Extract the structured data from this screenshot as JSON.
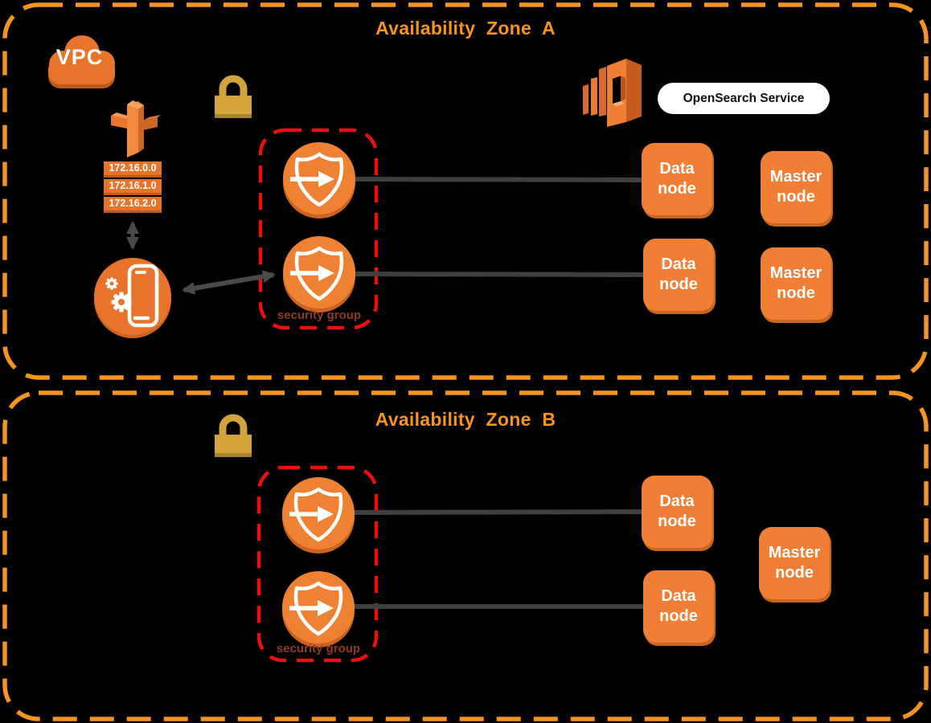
{
  "zone_a": {
    "title": "Availability Zone A",
    "data_nodes": [
      "Data node",
      "Data node"
    ],
    "master_nodes": [
      "Master node",
      "Master node"
    ],
    "security_group": {
      "label": "security group"
    }
  },
  "zone_b": {
    "title": "Availability Zone B",
    "data_nodes": [
      "Data node",
      "Data node"
    ],
    "master_nodes": [
      "Master node"
    ],
    "security_group": {
      "label": "security group"
    }
  },
  "vpc": {
    "label": "VPC",
    "subnets": [
      "172.16.0.0",
      "172.16.1.0",
      "172.16.2.0"
    ]
  },
  "opensearch": {
    "label": "OpenSearch Service"
  },
  "icons": {
    "vpc_cloud": "cloud",
    "vpc_router": "3d-cross-router",
    "lock": "padlock",
    "security_group_member": "shield-with-arrow",
    "client_app": "mobile-phone-with-gears",
    "opensearch_service": "amazon-es-3d-frame"
  },
  "colors": {
    "background": "#000000",
    "zone_border": "#F7941D",
    "zone_title": "#F7941D",
    "security_group_border": "#EE0E0E",
    "security_group_label": "#8F3A28",
    "node_fill": "#F07E35",
    "node_shadow": "#C8651E",
    "node_text": "#FFFFFF",
    "icon_orange": "#E8742C",
    "lock_gold": "#D2A43B",
    "connector": "#3F3F3F",
    "arrow": "#4A4A4A",
    "pill_background": "#FFFFFF",
    "pill_text": "#111111"
  }
}
